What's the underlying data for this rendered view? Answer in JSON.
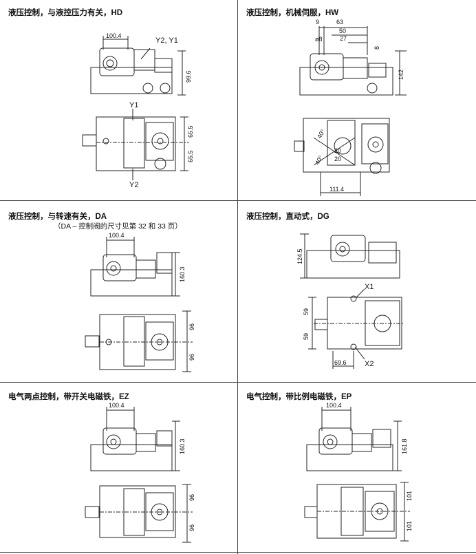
{
  "panels": [
    {
      "title": "液压控制，与液控压力有关，HD",
      "subtitle": "",
      "dims": {
        "top_width": "100.4",
        "top_height": "99.6",
        "bottom_upper": "65.5",
        "bottom_lower": "65.5"
      },
      "labels": [
        "Y2, Y1",
        "Y1",
        "Y2"
      ]
    },
    {
      "title": "液压控制，机械伺服，HW",
      "subtitle": "",
      "dims": {
        "d9": "9",
        "d63": "63",
        "d50": "50",
        "d27": "27",
        "d8": "ø8",
        "d8b": "8",
        "top_height": "142",
        "bottom_width": "111.4",
        "ang40a": "40°",
        "ang40b": "40°",
        "d20a": "20",
        "d20b": "20"
      },
      "labels": []
    },
    {
      "title": "液压控制，与转速有关，DA",
      "subtitle": "（DA – 控制阀的尺寸见第 32 和 33 页）",
      "dims": {
        "top_width": "100.4",
        "top_height": "160.3",
        "bottom_upper": "96",
        "bottom_lower": "96"
      },
      "labels": []
    },
    {
      "title": "液压控制，直动式，DG",
      "subtitle": "",
      "dims": {
        "top_height": "124.5",
        "bottom_upper": "59",
        "bottom_lower": "59",
        "bottom_width": "69.6"
      },
      "labels": [
        "X1",
        "X2"
      ]
    },
    {
      "title": "电气两点控制，带开关电磁铁，EZ",
      "subtitle": "",
      "dims": {
        "top_width": "100.4",
        "top_height": "160.3",
        "bottom_upper": "96",
        "bottom_lower": "96"
      },
      "labels": []
    },
    {
      "title": "电气控制，带比例电磁铁，EP",
      "subtitle": "",
      "dims": {
        "top_width": "100.4",
        "top_height": "161.8",
        "bottom_upper": "101",
        "bottom_lower": "101"
      },
      "labels": []
    }
  ]
}
